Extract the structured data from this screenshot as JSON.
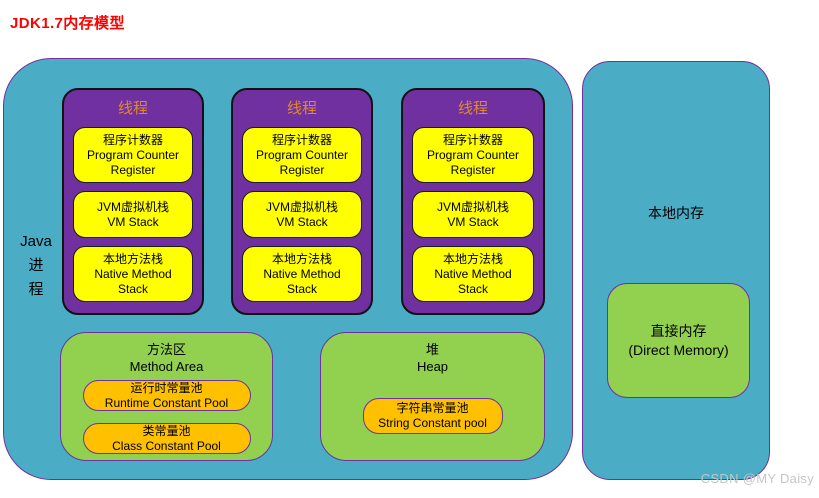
{
  "page": {
    "title": "JDK1.7内存模型",
    "watermark": "CSDN @MY Daisy"
  },
  "colors": {
    "container_teal": "#4BACC6",
    "thread_purple": "#7030A0",
    "block_yellow": "#FFFF00",
    "area_green": "#92D050",
    "pool_orange": "#FFC000",
    "thread_title_orange": "#E08A2E",
    "title_red": "#FE0000"
  },
  "java_process": {
    "label_lines": [
      "Java",
      "进",
      "程"
    ],
    "threads": [
      {
        "title": "线程",
        "blocks": [
          {
            "l1": "程序计数器",
            "l2": "Program Counter",
            "l3": "Register"
          },
          {
            "l1": "JVM虚拟机栈",
            "l2": "VM Stack"
          },
          {
            "l1": "本地方法栈",
            "l2": "Native Method",
            "l3": "Stack"
          }
        ]
      },
      {
        "title": "线程",
        "blocks": [
          {
            "l1": "程序计数器",
            "l2": "Program Counter",
            "l3": "Register"
          },
          {
            "l1": "JVM虚拟机栈",
            "l2": "VM Stack"
          },
          {
            "l1": "本地方法栈",
            "l2": "Native Method",
            "l3": "Stack"
          }
        ]
      },
      {
        "title": "线程",
        "blocks": [
          {
            "l1": "程序计数器",
            "l2": "Program Counter",
            "l3": "Register"
          },
          {
            "l1": "JVM虚拟机栈",
            "l2": "VM Stack"
          },
          {
            "l1": "本地方法栈",
            "l2": "Native Method",
            "l3": "Stack"
          }
        ]
      }
    ],
    "method_area": {
      "title_zh": "方法区",
      "title_en": "Method Area",
      "pools": [
        {
          "zh": "运行时常量池",
          "en": "Runtime Constant Pool"
        },
        {
          "zh": "类常量池",
          "en": "Class Constant Pool"
        }
      ]
    },
    "heap": {
      "title_zh": "堆",
      "title_en": "Heap",
      "pools": [
        {
          "zh": "字符串常量池",
          "en": "String Constant pool"
        }
      ]
    }
  },
  "native_memory": {
    "label": "本地内存",
    "direct_memory": {
      "zh": "直接内存",
      "en": "(Direct Memory)"
    }
  }
}
